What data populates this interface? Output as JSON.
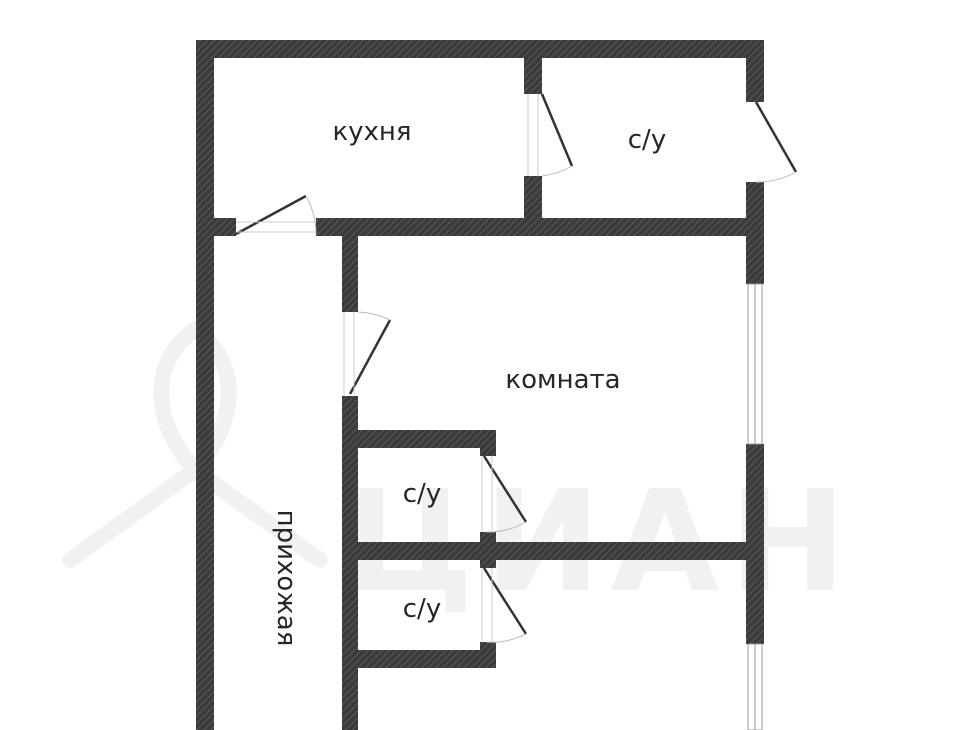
{
  "rooms": {
    "kitchen": "кухня",
    "bath_top": "с/у",
    "room": "комната",
    "bath_mid": "с/у",
    "bath_low": "с/у",
    "hallway": "прихожая"
  },
  "watermark": "ЦИАН",
  "colors": {
    "wall": "#3b3b3b",
    "hatch": "#8a8a8a",
    "background": "#ffffff",
    "text": "#262626",
    "watermark": "#f1f1f1"
  }
}
